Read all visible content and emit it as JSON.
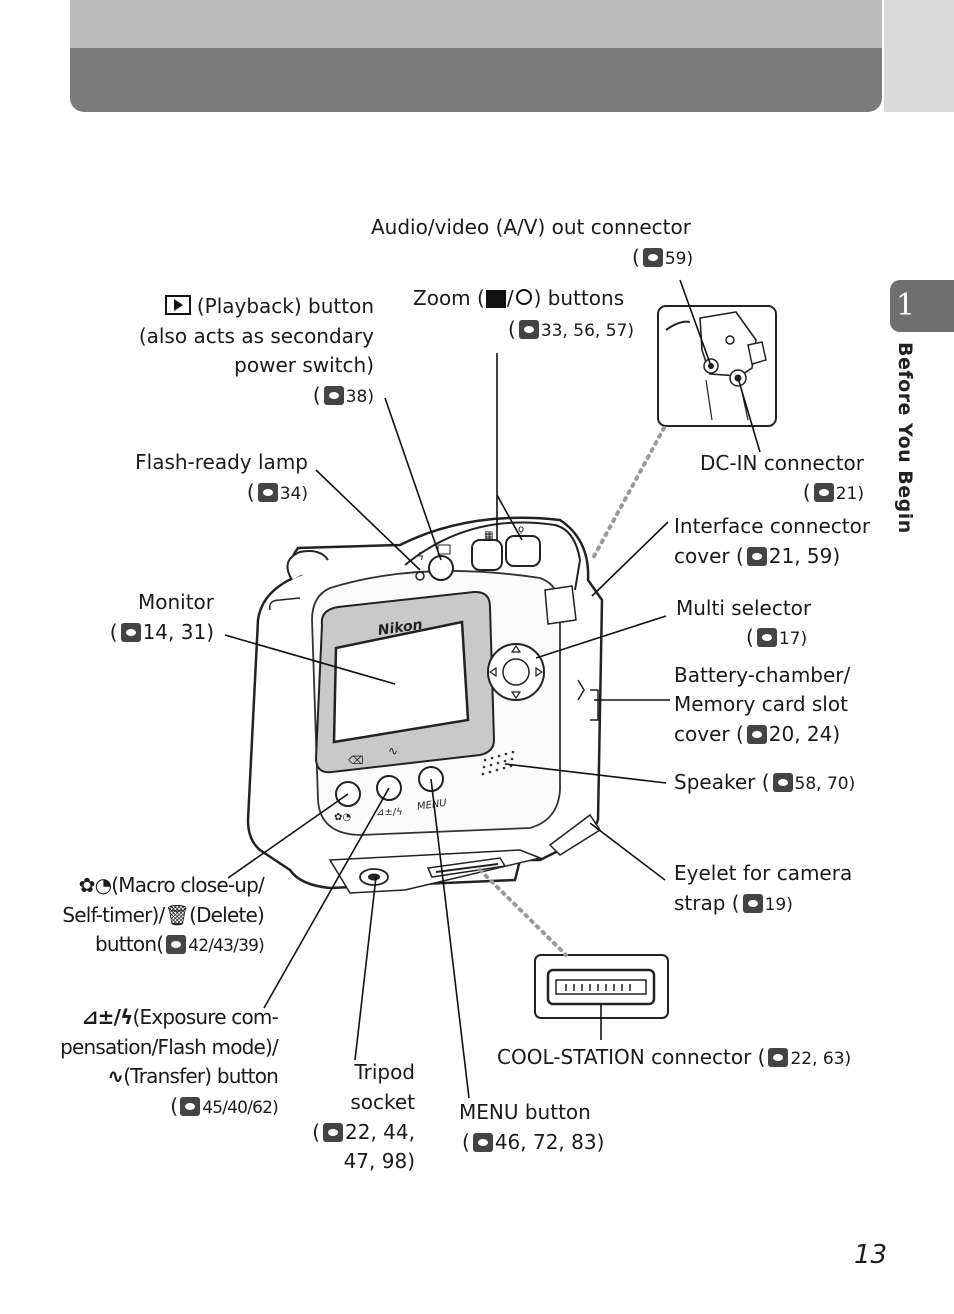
{
  "page": {
    "chapter_number": "1",
    "chapter_title": "Before You Begin",
    "page_number": "13"
  },
  "labels": {
    "av_out": "Audio/video (A/V) out connector",
    "av_out_ref": "59)",
    "zoom": "Zoom (",
    "zoom_sep": "/",
    "zoom_end": ") buttons",
    "zoom_ref": "33, 56, 57)",
    "playback_1": "(Playback) button",
    "playback_2": "(also acts as secondary",
    "playback_3": "power switch)",
    "playback_ref": "38)",
    "flash_lamp": "Flash-ready lamp",
    "flash_lamp_ref": "34)",
    "dc_in": "DC-IN connector",
    "dc_in_ref": "21)",
    "interface_1": "Interface connector",
    "interface_2": "cover (",
    "interface_ref": "21, 59)",
    "monitor": "Monitor",
    "monitor_ref": "14, 31)",
    "multi": "Multi selector",
    "multi_ref": "17)",
    "battery_1": "Battery-chamber/",
    "battery_2": "Memory card slot",
    "battery_3": "cover (",
    "battery_ref": "20, 24)",
    "speaker": "Speaker (",
    "speaker_ref": "58, 70)",
    "eyelet_1": "Eyelet for camera",
    "eyelet_2": "strap (",
    "eyelet_ref": "19)",
    "macro_1": "(Macro close-up/",
    "macro_2": "Self-timer)/",
    "macro_2b": "(Delete)",
    "macro_3": "button(",
    "macro_ref": "42/43/39)",
    "exposure_1": "(Exposure com-",
    "exposure_2": "pensation/Flash mode)/",
    "exposure_3": "(Transfer) button",
    "exposure_ref": "45/40/62)",
    "tripod_1": "Tripod",
    "tripod_2": "socket",
    "tripod_ref": "22, 44,",
    "tripod_ref2": "47, 98)",
    "menu": "MENU button",
    "menu_ref": "46, 72, 83)",
    "cool": "COOL-STATION connector (",
    "cool_ref": "22, 63)",
    "open_paren": "(",
    "camera_brand": "Nikon",
    "camera_menu": "MENU"
  }
}
